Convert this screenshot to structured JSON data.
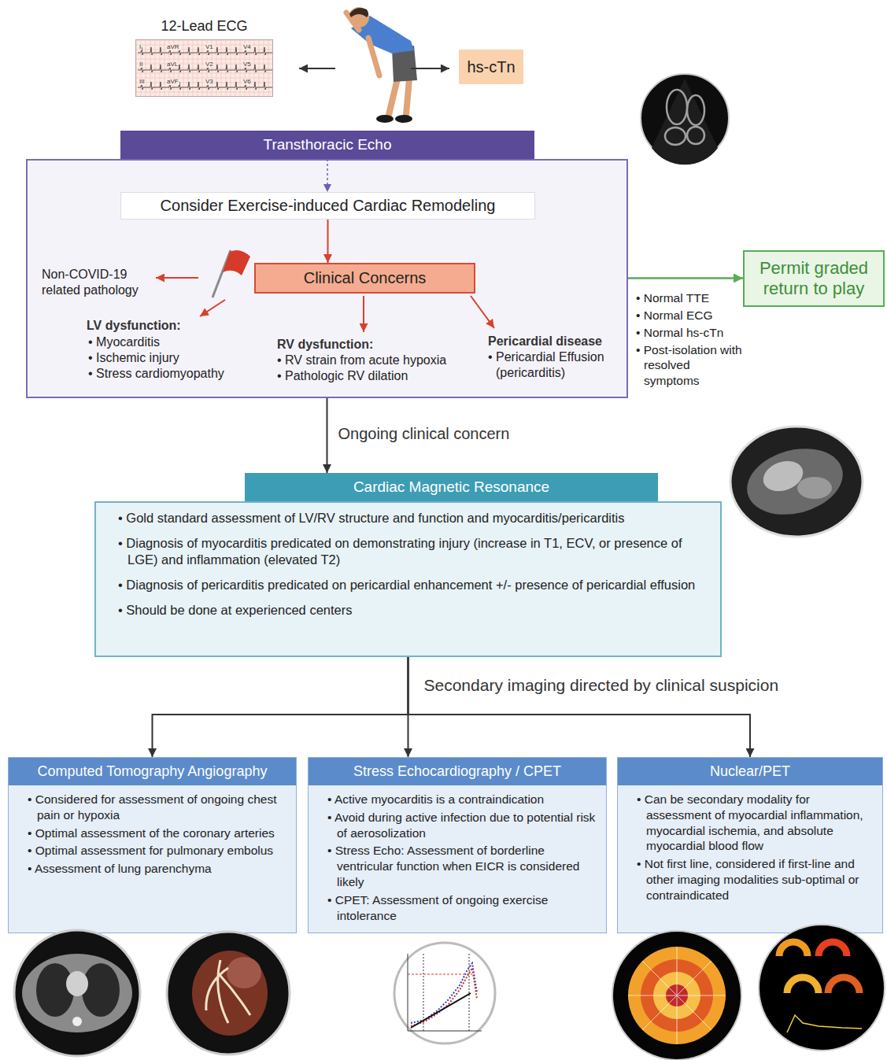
{
  "diagram": {
    "nodes": [
      {
        "text": [
          "12-Lead ECG"
        ]
      },
      {
        "text": [
          "hs-cTn"
        ]
      },
      {
        "text": [
          "Transthoracic Echo"
        ]
      },
      {
        "text": [
          "Consider Exercise-induced Cardiac Remodeling"
        ],
        "in": 2
      },
      {
        "text": [
          "Clinical Concerns"
        ],
        "in": 2
      },
      {
        "text": [
          "Permit graded return to play"
        ]
      },
      {
        "text": [
          "Cardiac Magnetic Resonance",
          "• Gold standard assessment of LV/RV structure and function and myocarditis/pericarditis",
          "• Diagnosis of myocarditis predicated on demonstrating injury (increase in T1, ECV, or presence of LGE) and inflammation (elevated T2)",
          "• Diagnosis of pericarditis predicated on pericardial enhancement +/- presence of pericardial effusion",
          "• Should be done at experienced centers"
        ]
      },
      {
        "text": [
          "Computed Tomography Angiography",
          "• Considered for assessment of ongoing chest pain or hypoxia",
          "• Optimal assessment of the coronary arteries",
          "• Optimal assessment for pulmonary embolus",
          "• Assessment of lung parenchyma"
        ]
      },
      {
        "text": [
          "Stress Echocardiography / CPET",
          "• Active myocarditis is a contraindication",
          "• Avoid during active infection due to potential risk of aerosolization",
          "• Stress Echo: Assessment of borderline ventricular function when EICR is considered likely",
          "• CPET: Assessment of ongoing exercise intolerance"
        ]
      },
      {
        "text": [
          "Nuclear/PET",
          "• Can be secondary modality for assessment of myocardial inflammation, myocardial ischemia, and absolute myocardial blood flow",
          "• Not first line, considered if first-line and other imaging modalities sub-optimal or contraindicated"
        ]
      }
    ],
    "edges": [
      {
        "from": 2,
        "to": 3,
        "arrow": "to"
      },
      {
        "from": 3,
        "to": 4,
        "arrow": "to"
      },
      {
        "from": 2,
        "to": 5,
        "arrow": "to"
      },
      {
        "from": 2,
        "to": 6,
        "label": "Ongoing clinical concern",
        "arrow": "to"
      },
      {
        "from": 6,
        "to": 7,
        "arrow": "to"
      },
      {
        "from": 6,
        "to": 8,
        "label": "Secondary imaging directed by clinical suspicion",
        "arrow": "to"
      },
      {
        "from": 6,
        "to": 9,
        "arrow": "to"
      }
    ],
    "labels": [
      "I",
      "aVR",
      "V1",
      "V4",
      "II",
      "aVL",
      "V2",
      "V5",
      "III",
      "aVF",
      "V3",
      "V6",
      "Non-COVID-19 related pathology",
      "LV dysfunction:",
      "• Myocarditis",
      "• Ischemic injury",
      "• Stress cardiomyopathy",
      "RV dysfunction:",
      "• RV strain from acute hypoxia",
      "• Pathologic RV dilation",
      "Pericardial disease",
      "• Pericardial Effusion (pericarditis)",
      "• Normal TTE",
      "• Normal ECG",
      "• Normal hs-cTn",
      "• Post-isolation with resolved symptoms"
    ]
  }
}
